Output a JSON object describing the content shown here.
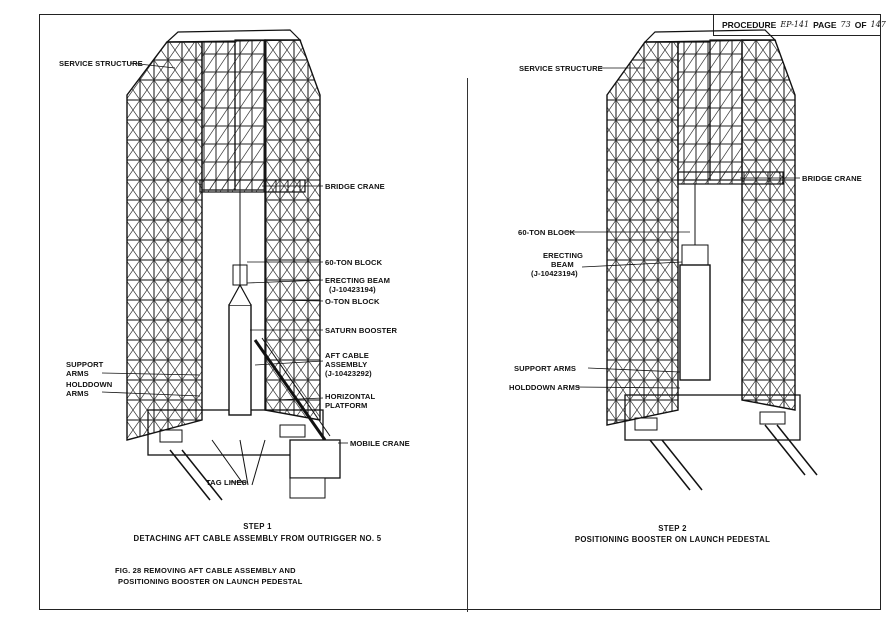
{
  "header": {
    "procedure_label": "PROCEDURE",
    "procedure_number": "EP-141",
    "page_label": "PAGE",
    "page_number": "73",
    "of_label": "OF",
    "page_total": "147"
  },
  "step1": {
    "labels": {
      "service_structure": "SERVICE STRUCTURE",
      "bridge_crane": "BRIDGE CRANE",
      "block_60": "60-TON BLOCK",
      "erecting_beam_1": "ERECTING BEAM",
      "erecting_beam_2": "(J-10423194)",
      "block_0": "O-TON BLOCK",
      "saturn_booster": "SATURN BOOSTER",
      "aft_cable_1": "AFT CABLE",
      "aft_cable_2": "ASSEMBLY",
      "aft_cable_3": "(J-10423292)",
      "support_arms_1": "SUPPORT",
      "support_arms_2": "ARMS",
      "holddown_arms_1": "HOLDDOWN",
      "holddown_arms_2": "ARMS",
      "horizontal_platform_1": "HORIZONTAL",
      "horizontal_platform_2": "PLATFORM",
      "mobile_crane": "MOBILE CRANE",
      "tag_lines": "TAG LINES"
    },
    "caption_1": "STEP 1",
    "caption_2": "DETACHING AFT CABLE ASSEMBLY FROM OUTRIGGER NO. 5"
  },
  "step2": {
    "labels": {
      "service_structure": "SERVICE STRUCTURE",
      "bridge_crane": "BRIDGE CRANE",
      "block_60": "60-TON BLOCK",
      "erecting_beam_1": "ERECTING",
      "erecting_beam_2": "BEAM",
      "erecting_beam_3": "(J-10423194)",
      "support_arms": "SUPPORT ARMS",
      "holddown_arms": "HOLDDOWN ARMS"
    },
    "caption_1": "STEP 2",
    "caption_2": "POSITIONING BOOSTER ON LAUNCH PEDESTAL"
  },
  "figure_caption_1": "FIG. 28 REMOVING AFT CABLE ASSEMBLY AND",
  "figure_caption_2": "POSITIONING BOOSTER ON LAUNCH PEDESTAL"
}
